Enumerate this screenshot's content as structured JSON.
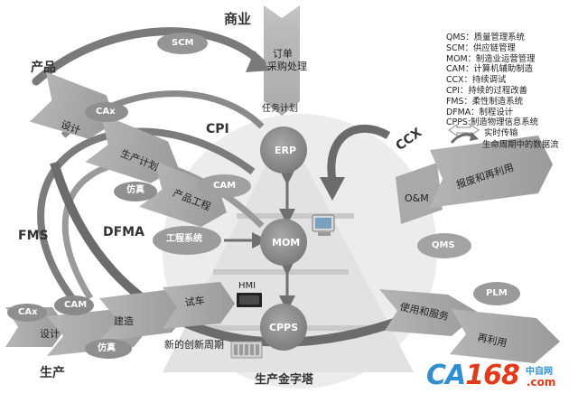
{
  "diagram": {
    "top_label": "商业",
    "product_label": "产品",
    "production_label": "生产",
    "pyramid_label": "生产金字塔",
    "new_cycle_label": "新的创新周期",
    "order_text_1": "订单",
    "order_text_2": "采购处理",
    "task_plan": "任务计划",
    "scm_top": "SCM",
    "cax_top": "CAx",
    "design_top": "设计",
    "prod_plan": "生产计划",
    "simulation_top": "仿真",
    "product_eng": "产品工程",
    "cam_top": "CAM",
    "cpi": "CPI",
    "fms": "FMS",
    "dfma": "DFMA",
    "eng_system": "工程系统",
    "erp": "ERP",
    "mom": "MOM",
    "cpps": "CPPS",
    "hmi": "HMI",
    "trial": "试车",
    "cax_bottom": "CAx",
    "cam_bottom": "CAM",
    "design_bottom": "设计",
    "build": "建造",
    "simulation_bottom": "仿真",
    "ccx": "CCX",
    "om": "O&M",
    "scrap_reuse": "报废和再利用",
    "qms_right": "QMS",
    "plm": "PLM",
    "use_service": "使用和服务",
    "reuse": "再利用"
  },
  "legend": {
    "items": [
      "QMS：质量管理系统",
      "SCM：供应链管理",
      "MOM：制造业运营管理",
      "CAM：计算机辅助制造",
      "CCX：持续调试",
      "CPI：持续的过程改善",
      "FMS：柔性制造系统",
      "DFMA：制程设计",
      "CPPS:制造物理信息系统"
    ],
    "realtime": "实时传输",
    "lifecycle": "生命周期中的数据流"
  },
  "logo": {
    "ca": "CA",
    "num": "168",
    "cn": "中自网",
    "com": ".com"
  },
  "colors": {
    "arrow_fill": "#a7a7a7",
    "arrow_dark": "#8e8e8e",
    "pyramid": "#e9e9e9",
    "ellipse": "#8f8f8f",
    "circle": "#939393",
    "brand_blue": "#2f8fd0",
    "brand_red": "#e23b1c"
  }
}
